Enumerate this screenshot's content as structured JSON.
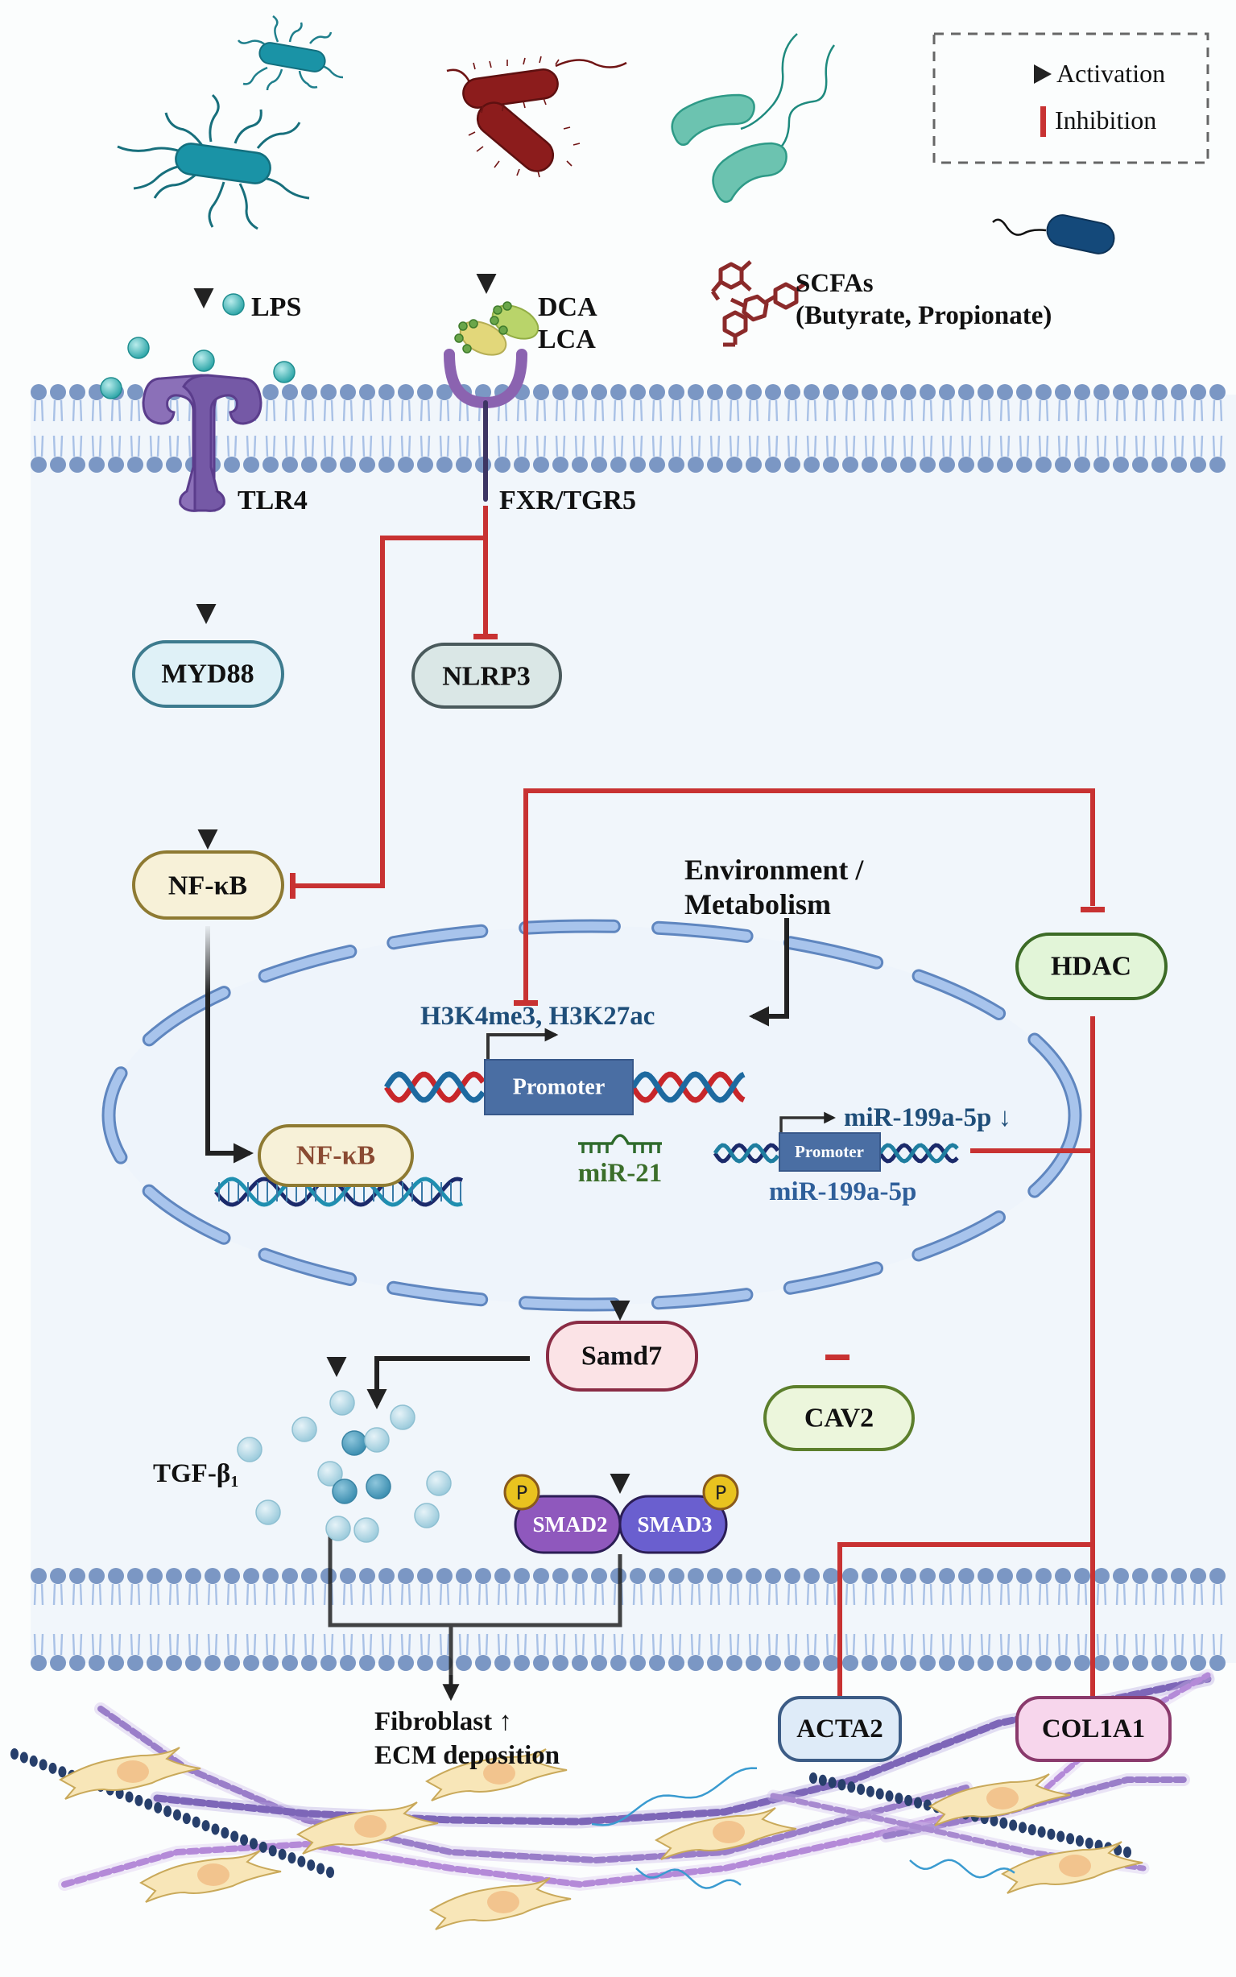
{
  "legend": {
    "activation": "Activation",
    "inhibition": "Inhibition"
  },
  "colors": {
    "activation": "#222222",
    "inhibition": "#c83232",
    "membrane_head": "#7b97c4",
    "membrane_tail": "#a9c1e6",
    "nucleus_dash": "#9dbbe5",
    "cytoplasm": "#f1f6fb"
  },
  "ligands": {
    "lps": "LPS",
    "bile_acids": [
      "DCA",
      "LCA"
    ],
    "scfa_title": "SCFAs",
    "scfa_sub": "(Butyrate, Propionate)"
  },
  "receptors": {
    "tlr4": "TLR4",
    "fxr_tgr5": "FXR/TGR5"
  },
  "nodes": {
    "myd88": "MYD88",
    "nlrp3": "NLRP3",
    "nfkb": "NF-κB",
    "nfkb_nuclear": "NF-κB",
    "hdac": "HDAC",
    "samd7": "Samd7",
    "cav2": "CAV2",
    "acta2": "ACTA2",
    "col1a1": "COL1A1",
    "smad2": "SMAD2",
    "smad3": "SMAD3",
    "phospho": "P"
  },
  "nucleus": {
    "environment_line1": "Environment /",
    "environment_line2": "Metabolism",
    "histone_marks": "H3K4me3, H3K27ac",
    "promoter_main": "Promoter",
    "promoter_mir": "Promoter",
    "mir21": "miR-21",
    "mir199_down": "miR-199a-5p ↓",
    "mir199": "miR-199a-5p"
  },
  "outputs": {
    "tgfb_prefix": "TGF-β",
    "tgfb_sub": "1",
    "fibroblast": "Fibroblast ↑",
    "ecm": "ECM deposition"
  }
}
